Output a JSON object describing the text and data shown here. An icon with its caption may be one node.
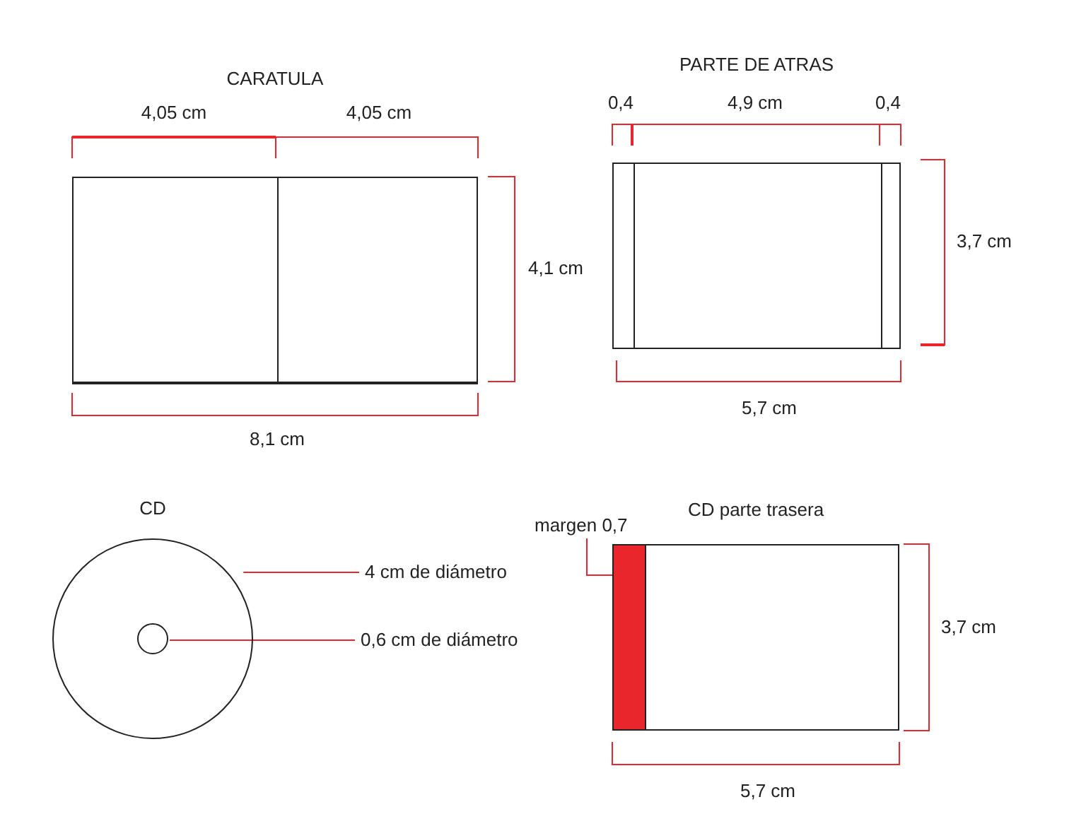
{
  "diagram": {
    "nodes": [
      {
        "text": [
          "CARATULA"
        ]
      },
      {
        "text": [
          "PARTE DE ATRAS"
        ]
      },
      {
        "text": [
          "CD"
        ]
      },
      {
        "text": [],
        "shape": "circle",
        "in": 2
      },
      {
        "text": [
          "4 cm de diámetro"
        ]
      },
      {
        "text": [
          "0,6 cm de diámetro"
        ]
      },
      {
        "text": [
          "CD parte trasera"
        ]
      },
      {
        "text": [],
        "shape": "bar",
        "in": 6
      },
      {
        "text": [
          "margen 0,7"
        ]
      }
    ],
    "edges": [
      {
        "from": 4,
        "to": 2,
        "arrow": "none"
      },
      {
        "from": 5,
        "to": 3,
        "arrow": "none"
      },
      {
        "from": 8,
        "to": 7,
        "arrow": "none"
      }
    ],
    "labels": [
      "4,05 cm",
      "4,05 cm",
      "0,4",
      "4,9 cm",
      "0,4",
      "3,7 cm",
      "4,1 cm",
      "5,7 cm",
      "8,1 cm",
      "3,7 cm",
      "5,7 cm"
    ]
  }
}
